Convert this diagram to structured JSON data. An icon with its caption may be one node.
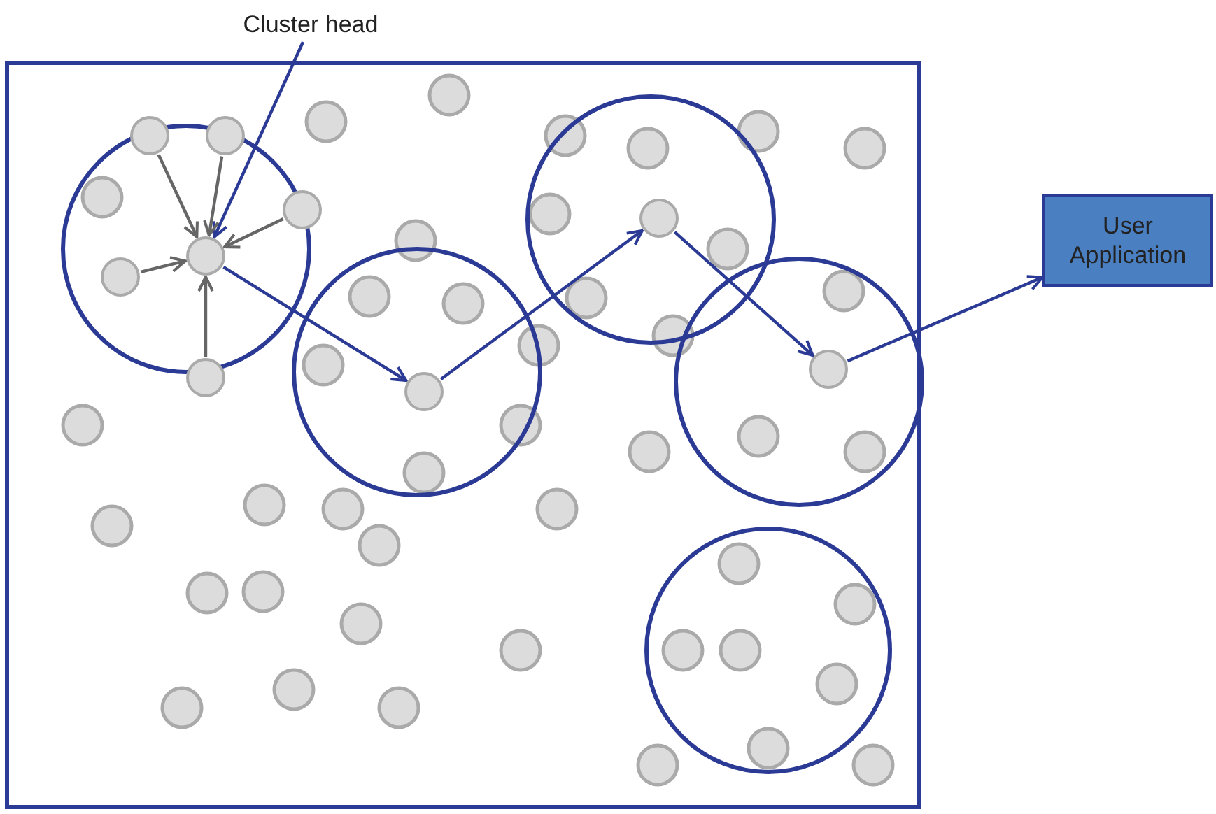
{
  "diagram": {
    "nodes": [
      {
        "text": [
          "Cluster head"
        ]
      },
      {
        "text": [],
        "shape": "circle"
      },
      {
        "text": [],
        "shape": "circle"
      },
      {
        "text": [],
        "shape": "circle"
      },
      {
        "text": [],
        "shape": "circle"
      },
      {
        "text": [],
        "shape": "circle"
      },
      {
        "text": [],
        "shape": "circle"
      },
      {
        "text": [],
        "shape": "circle"
      },
      {
        "text": [],
        "shape": "circle"
      },
      {
        "text": [],
        "shape": "circle"
      },
      {
        "text": [
          "User Application"
        ]
      }
    ],
    "edges": [
      {
        "from": 0,
        "to": 5,
        "arrow": "to",
        "color": "#2b3a95"
      },
      {
        "from": 1,
        "to": 5,
        "arrow": "to",
        "color": "#666666"
      },
      {
        "from": 2,
        "to": 5,
        "arrow": "to",
        "color": "#666666"
      },
      {
        "from": 3,
        "to": 5,
        "arrow": "to",
        "color": "#666666"
      },
      {
        "from": 4,
        "to": 5,
        "arrow": "to",
        "color": "#666666"
      },
      {
        "from": 6,
        "to": 5,
        "arrow": "to",
        "color": "#666666"
      },
      {
        "from": 5,
        "to": 7,
        "arrow": "to",
        "color": "#2b3a95"
      },
      {
        "from": 7,
        "to": 8,
        "arrow": "to",
        "color": "#2b3a95"
      },
      {
        "from": 8,
        "to": 9,
        "arrow": "to",
        "color": "#2b3a95"
      },
      {
        "from": 9,
        "to": 10,
        "arrow": "to",
        "color": "#2b3a95"
      }
    ]
  }
}
